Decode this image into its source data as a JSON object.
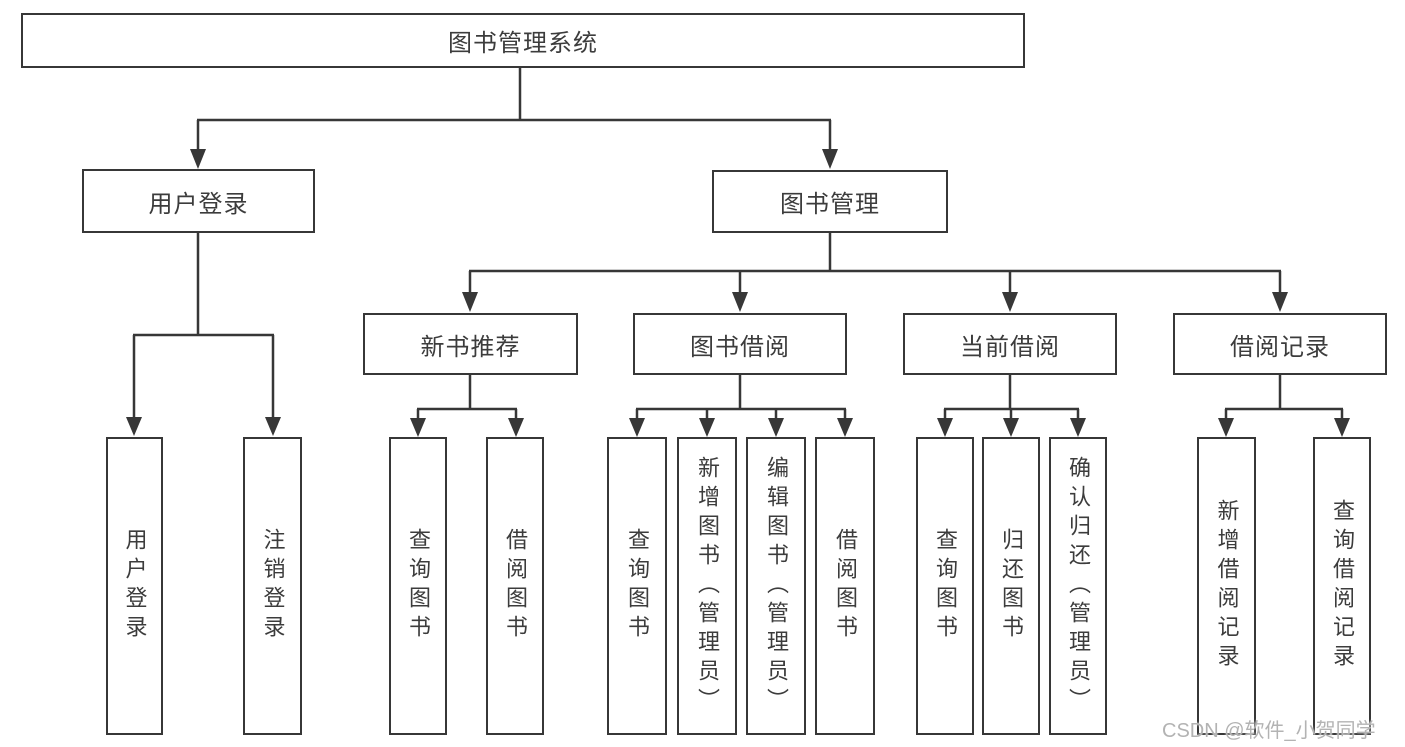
{
  "root": {
    "label": "图书管理系统"
  },
  "branches": {
    "user_login": {
      "label": "用户登录",
      "children": [
        {
          "label": "用户登录"
        },
        {
          "label": "注销登录"
        }
      ]
    },
    "book_management": {
      "label": "图书管理",
      "children": [
        {
          "label": "新书推荐",
          "children": [
            {
              "label": "查询图书"
            },
            {
              "label": "借阅图书"
            }
          ]
        },
        {
          "label": "图书借阅",
          "children": [
            {
              "label": "查询图书"
            },
            {
              "label": "新增图书（管理员）"
            },
            {
              "label": "编辑图书（管理员）"
            },
            {
              "label": "借阅图书"
            }
          ]
        },
        {
          "label": "当前借阅",
          "children": [
            {
              "label": "查询图书"
            },
            {
              "label": "归还图书"
            },
            {
              "label": "确认归还（管理员）"
            }
          ]
        },
        {
          "label": "借阅记录",
          "children": [
            {
              "label": "新增借阅记录"
            },
            {
              "label": "查询借阅记录"
            }
          ]
        }
      ]
    }
  },
  "watermark": {
    "text": "CSDN @软件_小贺同学"
  },
  "colors": {
    "line": "#373737",
    "border": "#373737",
    "text": "#3c3c3c",
    "watermark": "#b3b3b3",
    "background": "#ffffff"
  }
}
